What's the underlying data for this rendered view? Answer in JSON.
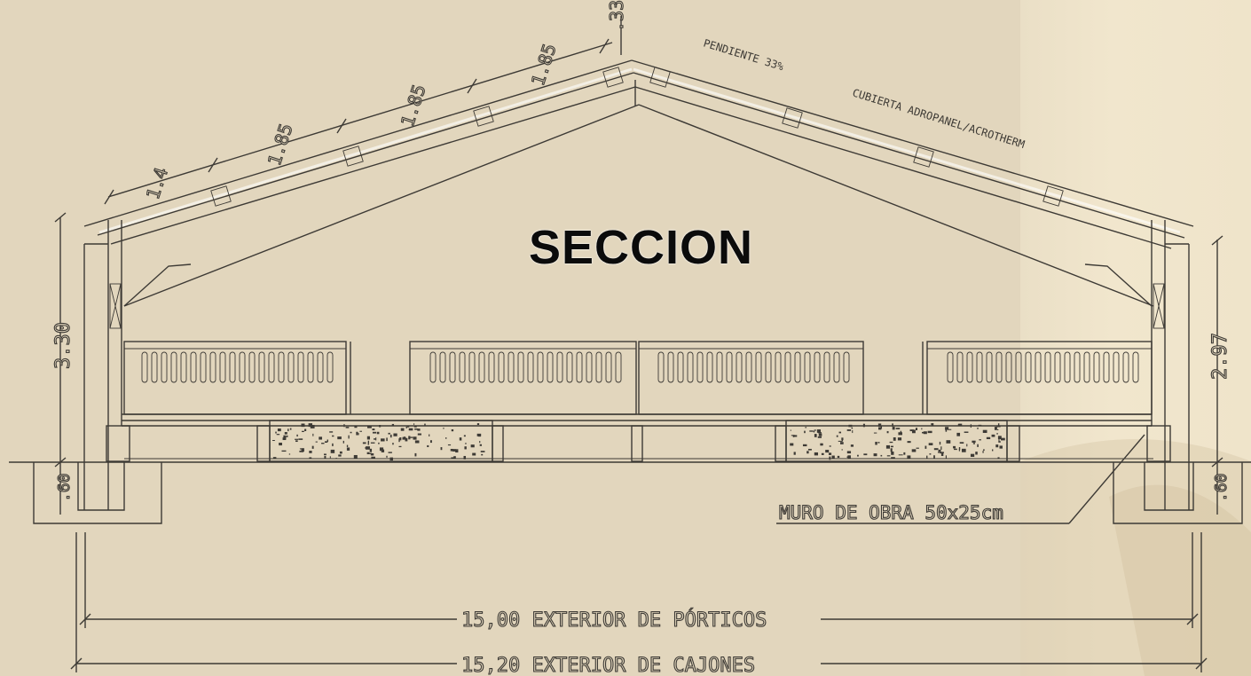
{
  "title": "SECCION",
  "roof_labels": {
    "pendiente": "PENDIENTE 33%",
    "cubierta": "CUBIERTA ADROPANEL/ACROTHERM"
  },
  "roof_dims": [
    "1.4",
    "1.85",
    "1.85",
    "1.85",
    ".33"
  ],
  "wall_note": "MURO DE OBRA 50x25cm",
  "heights": {
    "left": "3.30",
    "right": "2.97",
    "found_left": ".60",
    "found_right": ".60"
  },
  "span_dims": {
    "porticos": "15,00 EXTERIOR DE PÓRTICOS",
    "cajones": "15,20 EXTERIOR DE CAJONES"
  },
  "colors": {
    "background": "#e2d6bd",
    "line": "#3d3a35",
    "title": "#0b0b0b"
  }
}
